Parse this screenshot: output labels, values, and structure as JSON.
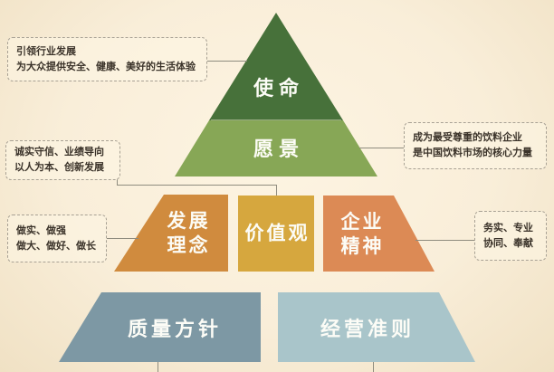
{
  "title": "企业文化金字塔图",
  "colors": {
    "background": "#f9eed9",
    "mission_green": "#47713a",
    "vision_green": "#87a756",
    "development_orange": "#d08b3e",
    "values_gold": "#d6a73e",
    "spirit_orange": "#dc8a55",
    "quality_blue": "#7d98a4",
    "principles_blue": "#a9c5ca",
    "connector_gray": "#8f8c7f",
    "note_border": "#a8a194",
    "note_text": "#3b332a",
    "label_white": "#fcfcf6"
  },
  "pyramid": {
    "levels": [
      {
        "id": "mission",
        "label": "使命"
      },
      {
        "id": "vision",
        "label": "愿景"
      }
    ]
  },
  "middle_row": [
    {
      "id": "development",
      "line1": "发展",
      "line2": "理念"
    },
    {
      "id": "values",
      "label": "价值观"
    },
    {
      "id": "spirit",
      "line1": "企业",
      "line2": "精神"
    }
  ],
  "bottom_row": [
    {
      "id": "quality",
      "label": "质量方针"
    },
    {
      "id": "principles",
      "label": "经营准则"
    }
  ],
  "annotations": [
    {
      "id": "mission-note",
      "lines": [
        "引领行业发展",
        "为大众提供安全、健康、美好的生活体验"
      ]
    },
    {
      "id": "vision-note",
      "lines": [
        "成为最受尊重的饮料企业",
        "是中国饮料市场的核心力量"
      ]
    },
    {
      "id": "values-note",
      "lines": [
        "诚实守信、业绩导向",
        "以人为本、创新发展"
      ]
    },
    {
      "id": "development-note",
      "lines": [
        "做实、做强",
        "做大、做好、做长"
      ]
    },
    {
      "id": "spirit-note",
      "lines": [
        "务实、专业",
        "协同、奉献"
      ]
    }
  ]
}
